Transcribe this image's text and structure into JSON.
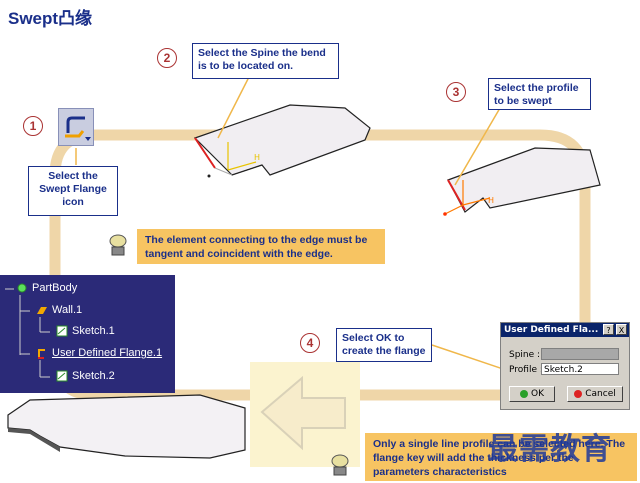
{
  "title": "Swept凸缘",
  "steps": [
    "1",
    "2",
    "3",
    "4"
  ],
  "callouts": {
    "spine": "Select the Spine the bend is to be located on.",
    "profile": "Select the profile to be swept",
    "icon": "Select the Swept Flange icon",
    "ok": "Select OK to create the flange"
  },
  "notes": {
    "edge": "The element connecting to the edge must be tangent and coincident with the edge.",
    "single_line": "Only a single line profile can be selected here.  The flange key will add the thickness per the parameters characteristics"
  },
  "tree": {
    "items": [
      {
        "label": "PartBody",
        "icon": "gear-icon"
      },
      {
        "label": "Wall.1",
        "icon": "wall-icon"
      },
      {
        "label": "Sketch.1",
        "icon": "sketch-icon"
      },
      {
        "label": "User Defined Flange.1",
        "icon": "flange-icon"
      },
      {
        "label": "Sketch.2",
        "icon": "sketch-icon"
      }
    ]
  },
  "dialog": {
    "title": "User Defined Fla...",
    "help": "?",
    "close": "X",
    "spine_label": "Spine :",
    "spine_value": "",
    "profile_label": "Profile :",
    "profile_value": "Sketch.2",
    "ok": "OK",
    "cancel": "Cancel"
  },
  "watermark": "最需教育",
  "colors": {
    "flow_path": "#efd6a8",
    "callout_border": "#1a2f8a",
    "note_bg": "#f7c462",
    "tree_bg": "#2b2a78"
  }
}
